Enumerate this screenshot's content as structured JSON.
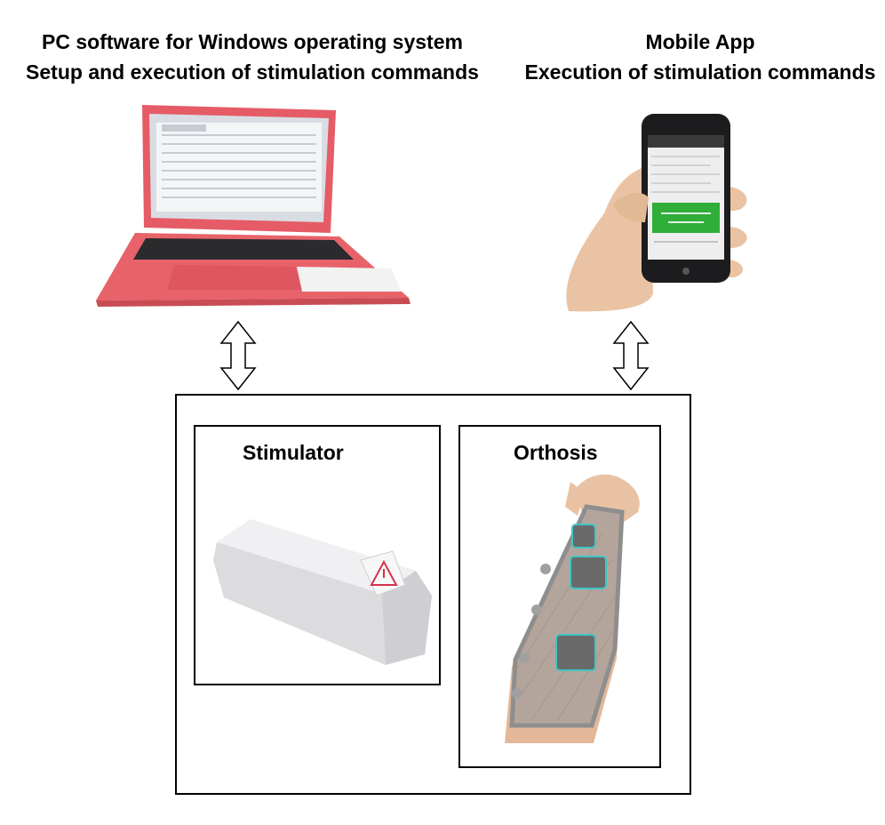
{
  "pc_software": {
    "line1": "PC software for Windows operating system",
    "line2": "Setup and execution of stimulation commands"
  },
  "mobile_app": {
    "line1": "Mobile App",
    "line2": "Execution of stimulation commands"
  },
  "stimulator": {
    "label": "Stimulator"
  },
  "orthosis": {
    "label": "Orthosis"
  },
  "images": [
    "laptop",
    "smartphone-in-hand",
    "stimulator-device",
    "forearm-orthosis"
  ],
  "icons": [
    "double-arrow-icon",
    "double-arrow-icon",
    "warning-triangle-icon"
  ],
  "colors": {
    "laptop_body": "#e8626a",
    "app_button": "#2fae3a",
    "electrode_accent": "#3fc6c6"
  }
}
